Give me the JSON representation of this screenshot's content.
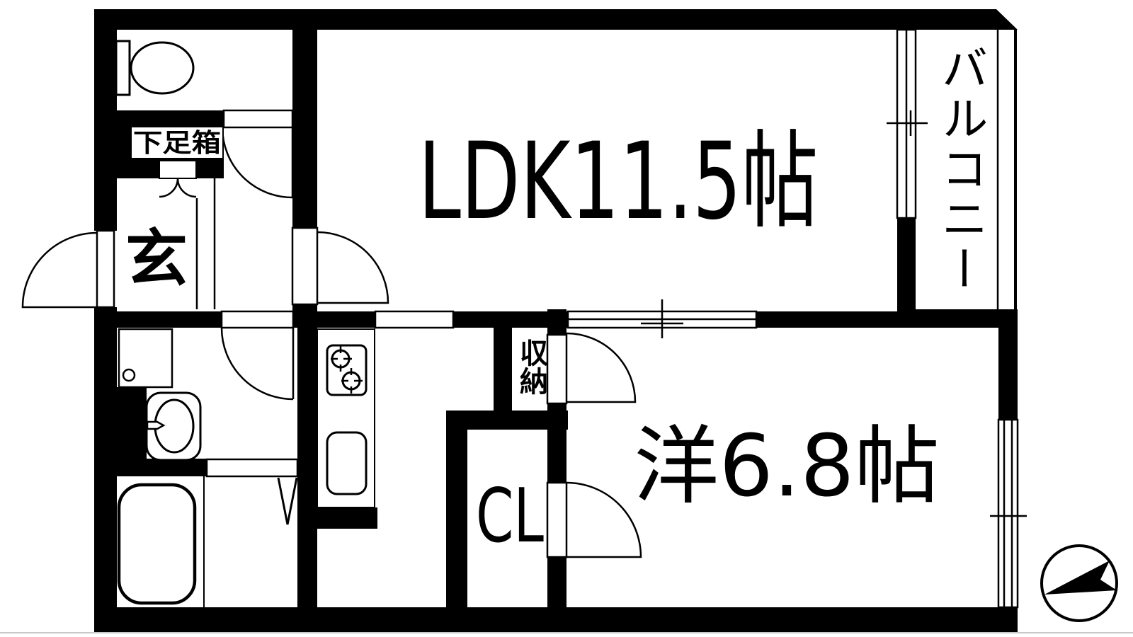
{
  "plan": {
    "type": "apartment-floor-plan",
    "units": "tatami (帖)",
    "colors": {
      "wall": "#000000",
      "floor": "#ffffff",
      "baseline_rule": "#c8c8c8"
    },
    "rooms": {
      "ldk": {
        "label": "LDK11.5帖",
        "name": "living-dining-kitchen",
        "area_jo": 11.5
      },
      "bedroom": {
        "label": "洋6.8帖",
        "name": "western-room",
        "area_jo": 6.8
      },
      "balcony": {
        "label": "バルコニー",
        "name": "balcony"
      },
      "genkan": {
        "label": "玄",
        "name": "entrance"
      },
      "shoe_box": {
        "label": "下足箱",
        "name": "shoe-cabinet"
      },
      "storage": {
        "label": "収納",
        "name": "storage"
      },
      "closet": {
        "label": "CL",
        "name": "closet"
      }
    },
    "fixtures": [
      "toilet",
      "shoe-cabinet-doors",
      "washing-machine-pan",
      "washbasin",
      "bathtub",
      "folding-bath-door",
      "gas-stove-two-burner",
      "kitchen-sink",
      "kitchen-counter",
      "sliding-window-balcony",
      "sliding-window-bedroom-top",
      "sliding-window-bedroom-right",
      "balcony-railing",
      "north-arrow-compass"
    ],
    "doors": [
      "entrance-door",
      "toilet-door",
      "ldk-door",
      "washroom-door",
      "bedroom-door",
      "closet-door",
      "storage-door-opening",
      "kitchen-passage"
    ],
    "compass": {
      "type": "north-arrow",
      "points": "north-east"
    }
  }
}
